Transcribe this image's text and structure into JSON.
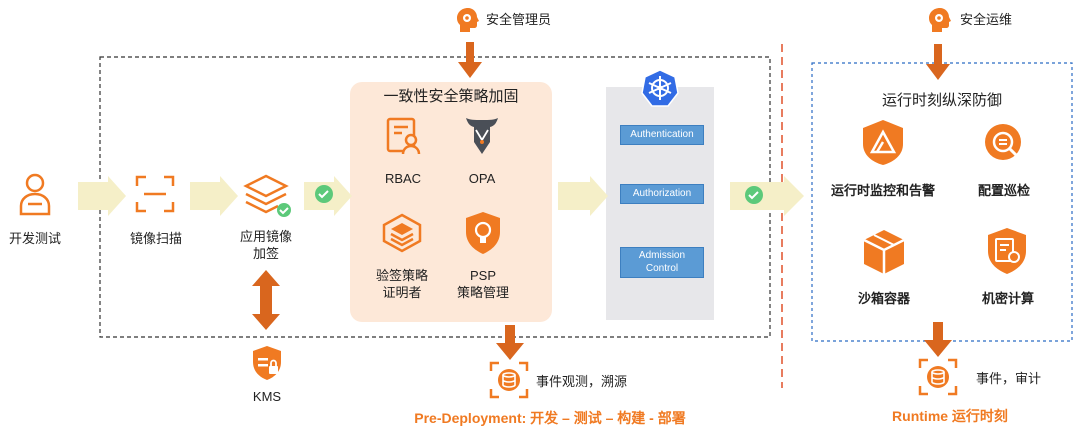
{
  "roles": {
    "security_admin": "安全管理员",
    "security_ops": "安全运维"
  },
  "pipeline": {
    "dev_test": "开发测试",
    "image_scan": "镜像扫描",
    "app_image_sign_line1": "应用镜像",
    "app_image_sign_line2": "加签",
    "kms": "KMS"
  },
  "policy_panel": {
    "title": "一致性安全策略加固",
    "rbac": "RBAC",
    "opa": "OPA",
    "verifier_line1": "验签策略",
    "verifier_line2": "证明者",
    "psp_line1": "PSP",
    "psp_line2": "策略管理"
  },
  "k8s_panel": {
    "authentication": "Authentication",
    "authorization": "Authorization",
    "admission_line1": "Admission",
    "admission_line2": "Control"
  },
  "runtime_panel": {
    "title": "运行时刻纵深防御",
    "monitor": "运行时监控和告警",
    "config_audit": "配置巡检",
    "sandbox": "沙箱容器",
    "confidential": "机密计算"
  },
  "outputs": {
    "events_trace": "事件观测，溯源",
    "events_audit": "事件，审计"
  },
  "phases": {
    "pre_deployment": "Pre-Deployment:  开发 – 测试 – 构建 - 部署",
    "runtime": "Runtime 运行时刻"
  },
  "colors": {
    "orange": "#f07a22",
    "orange_light": "#fde8d8",
    "arrow_fill": "#f5efc8",
    "k8s_blue": "#5b9bd5",
    "green": "#5cc97a",
    "divider_red": "#e0502a"
  }
}
